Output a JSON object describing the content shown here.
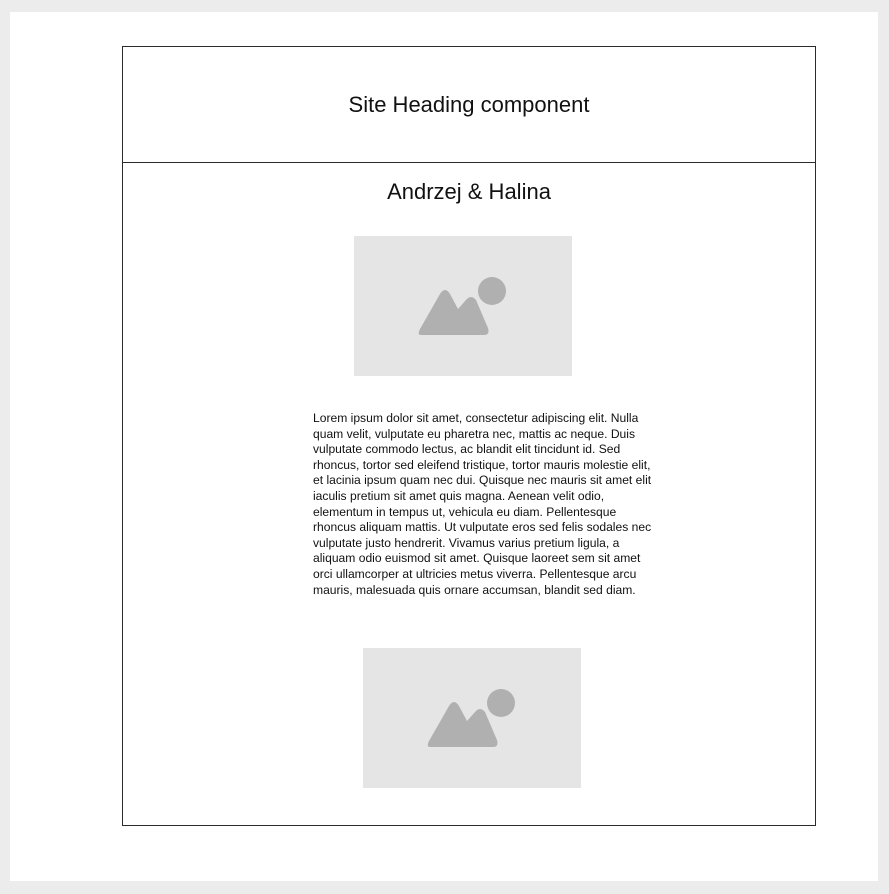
{
  "header": {
    "title": "Site Heading component"
  },
  "main": {
    "names": "Andrzej & Halina",
    "images": [
      {
        "icon": "image-placeholder-icon"
      },
      {
        "icon": "image-placeholder-icon"
      }
    ],
    "paragraph": "Lorem ipsum dolor sit amet, consectetur adipiscing elit. Nulla quam velit, vulputate eu pharetra nec, mattis ac neque. Duis vulputate commodo lectus, ac blandit elit tincidunt id. Sed rhoncus, tortor sed eleifend tristique, tortor mauris molestie elit, et lacinia ipsum quam nec dui. Quisque nec mauris sit amet elit iaculis pretium sit amet quis magna. Aenean velit odio, elementum in tempus ut, vehicula eu diam. Pellentesque rhoncus aliquam mattis. Ut vulputate eros sed felis sodales nec vulputate justo hendrerit. Vivamus varius pretium ligula, a aliquam odio euismod sit amet. Quisque laoreet sem sit amet orci ullamcorper at ultricies metus viverra. Pellentesque arcu mauris, malesuada quis ornare accumsan, blandit sed diam."
  },
  "colors": {
    "page_background": "#ececec",
    "canvas": "#ffffff",
    "placeholder_fill": "#e5e5e5",
    "placeholder_icon": "#b0b0b0",
    "border": "#2b2b2b"
  }
}
